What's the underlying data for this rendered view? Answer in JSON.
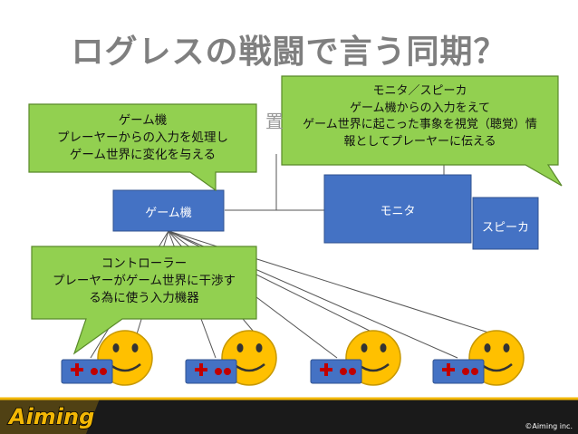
{
  "title": "ログレスの戦闘で言う同期？",
  "ghost_text": "置",
  "boxes": {
    "game_console": "ゲーム機",
    "monitor": "モニタ",
    "speaker": "スピーカ"
  },
  "callouts": {
    "game_console": [
      "ゲーム機",
      "プレーヤーからの入力を処理し",
      "ゲーム世界に変化を与える"
    ],
    "monitor": [
      "モニタ／スピーカ",
      "ゲーム機からの入力をえて",
      "ゲーム世界に起こった事象を視覚（聴覚）情",
      "報としてプレーヤーに伝える"
    ],
    "controller": [
      "コントローラー",
      "プレーヤーがゲーム世界に干渉す",
      "る為に使う入力機器"
    ]
  },
  "players_count": 4,
  "footer": {
    "logo_text": "Aiming",
    "copyright": "©Aiming inc."
  },
  "colors": {
    "title": "#7f7f7f",
    "box_fill": "#4472c4",
    "box_stroke": "#2f528f",
    "callout_fill": "#92d050",
    "callout_stroke": "#5a8a2a",
    "face_fill": "#ffc000",
    "controller_fill": "#4472c4",
    "controller_cross": "#c00000"
  }
}
